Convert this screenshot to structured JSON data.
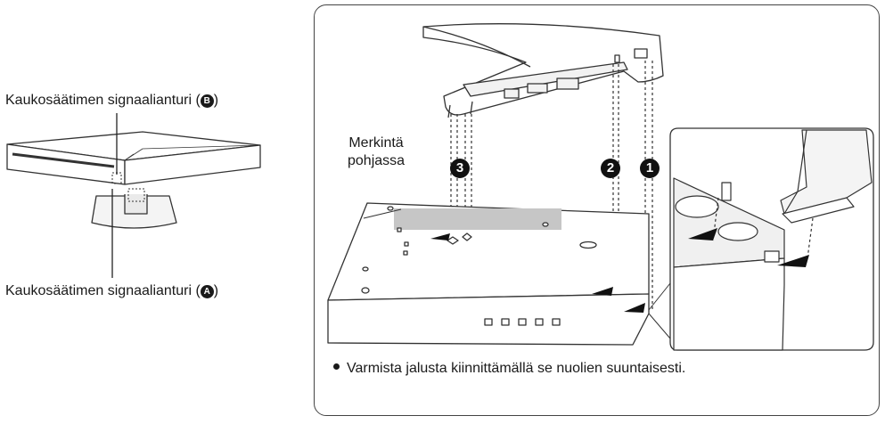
{
  "left": {
    "sensor_b_text": "Kaukosäätimen signaalianturi (",
    "sensor_b_badge": "B",
    "sensor_b_close": ")",
    "sensor_a_text": "Kaukosäätimen signaalianturi (",
    "sensor_a_badge": "A",
    "sensor_a_close": ")"
  },
  "main": {
    "marker_line1": "Merkintä",
    "marker_line2": "pohjassa",
    "step1": "1",
    "step2": "2",
    "step3": "3",
    "note": "Varmista jalusta kiinnittämällä se nuolien suuntaisesti."
  }
}
